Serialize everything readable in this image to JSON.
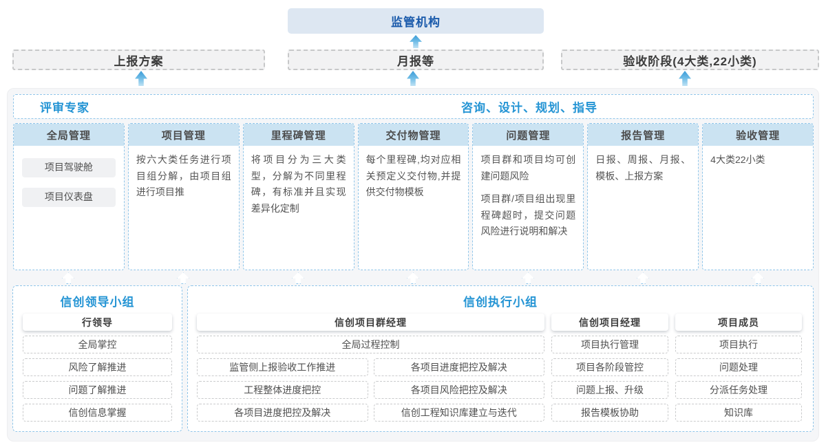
{
  "colors": {
    "accent_blue": "#2494d4",
    "regulator_text_blue": "#1b5bab",
    "regulator_bg": "#dde7f2",
    "arrow_blue": "#55b0e2",
    "column_header_bg": "#cbe3f2",
    "dashed_border_blue": "#8fc5e9",
    "panel_bg": "#f5f6f8"
  },
  "top": {
    "regulator": "监管机构",
    "report_plan": "上报方案",
    "monthly_report": "月报等",
    "acceptance_stage": "验收阶段(4大类,22小类)"
  },
  "main": {
    "experts": "评审专家",
    "consulting": "咨询、设计、规划、指导",
    "columns": [
      {
        "title": "全局管理",
        "items": [
          "项目驾驶舱",
          "项目仪表盘"
        ]
      },
      {
        "title": "项目管理",
        "text": "按六大类任务进行项目组分解，由项目组进行项目推"
      },
      {
        "title": "里程碑管理",
        "text": "将项目分为三大类型，分解为不同里程碑，有标准并且实现差异化定制"
      },
      {
        "title": "交付物管理",
        "text": "每个里程碑,均对应相关预定义交付物,并提供交付物模板"
      },
      {
        "title": "问题管理",
        "paragraphs": [
          "项目群和项目均可创建问题风险",
          "项目群/项目组出现里程碑超时，提交问题风险进行说明和解决"
        ]
      },
      {
        "title": "报告管理",
        "text": "日报、周报、月报、模板、上报方案"
      },
      {
        "title": "验收管理",
        "text": "4大类22小类"
      }
    ]
  },
  "bottom": {
    "leader_group": {
      "title": "信创领导小组",
      "role": "行领导",
      "items": [
        "全局掌控",
        "风险了解推进",
        "问题了解推进",
        "信创信息掌握"
      ]
    },
    "exec_group": {
      "title": "信创执行小组",
      "program_manager": {
        "role": "信创项目群经理",
        "full_item": "全局过程控制",
        "left_items": [
          "监管侧上报验收工作推进",
          "工程整体进度把控",
          "各项目进度把控及解决"
        ],
        "right_items": [
          "各项目进度把控及解决",
          "各项目风险把控及解决",
          "信创工程知识库建立与迭代"
        ]
      },
      "project_manager": {
        "role": "信创项目经理",
        "items": [
          "项目执行管理",
          "项目各阶段管控",
          "问题上报、升级",
          "报告模板协助"
        ]
      },
      "member": {
        "role": "项目成员",
        "items": [
          "项目执行",
          "问题处理",
          "分派任务处理",
          "知识库"
        ]
      }
    }
  }
}
